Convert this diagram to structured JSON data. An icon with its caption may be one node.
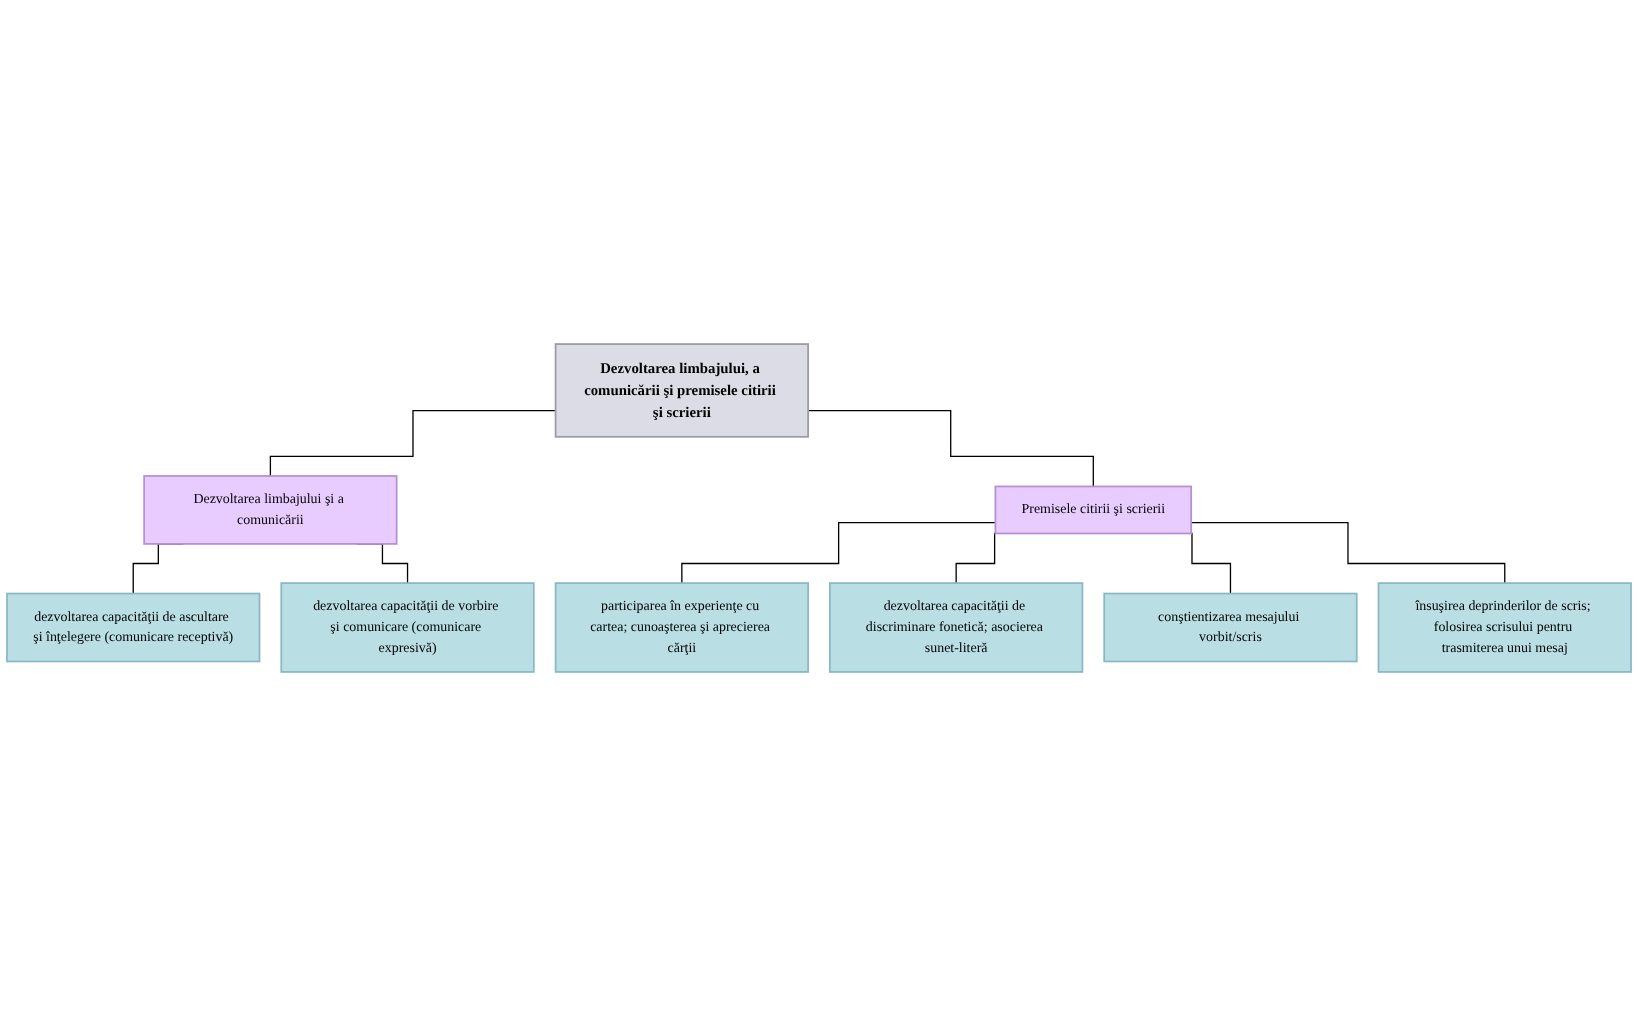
{
  "diagram": {
    "nodes": [
      {
        "text": [
          "Dezvoltarea limbajului, a comunicării şi premisele citirii şi scrierii"
        ]
      },
      {
        "text": [
          "Dezvoltarea limbajului şi a comunicării"
        ]
      },
      {
        "text": [
          "Premisele citirii şi scrierii"
        ]
      },
      {
        "text": [
          "dezvoltarea capacităţii de ascultare şi înţelegere (comunicare receptivă)"
        ]
      },
      {
        "text": [
          "dezvoltarea capacităţii de vorbire şi comunicare (comunicare expresivă)"
        ]
      },
      {
        "text": [
          "participarea în experienţe cu cartea; cunoaşterea şi aprecierea cărţii"
        ]
      },
      {
        "text": [
          "dezvoltarea capacităţii de discriminare fonetică; asocierea sunet-literă"
        ]
      },
      {
        "text": [
          "conştientizarea mesajului vorbit/scris"
        ]
      },
      {
        "text": [
          "însuşirea deprinderilor de scris; folosirea scrisului pentru trasmiterea unui mesaj"
        ]
      }
    ],
    "edges": [
      {
        "from": 0,
        "to": 1,
        "arrow": "none"
      },
      {
        "from": 0,
        "to": 2,
        "arrow": "none"
      },
      {
        "from": 1,
        "to": 3,
        "arrow": "none"
      },
      {
        "from": 1,
        "to": 4,
        "arrow": "none"
      },
      {
        "from": 2,
        "to": 5,
        "arrow": "none"
      },
      {
        "from": 2,
        "to": 6,
        "arrow": "none"
      },
      {
        "from": 2,
        "to": 7,
        "arrow": "none"
      },
      {
        "from": 2,
        "to": 8,
        "arrow": "none"
      }
    ]
  }
}
